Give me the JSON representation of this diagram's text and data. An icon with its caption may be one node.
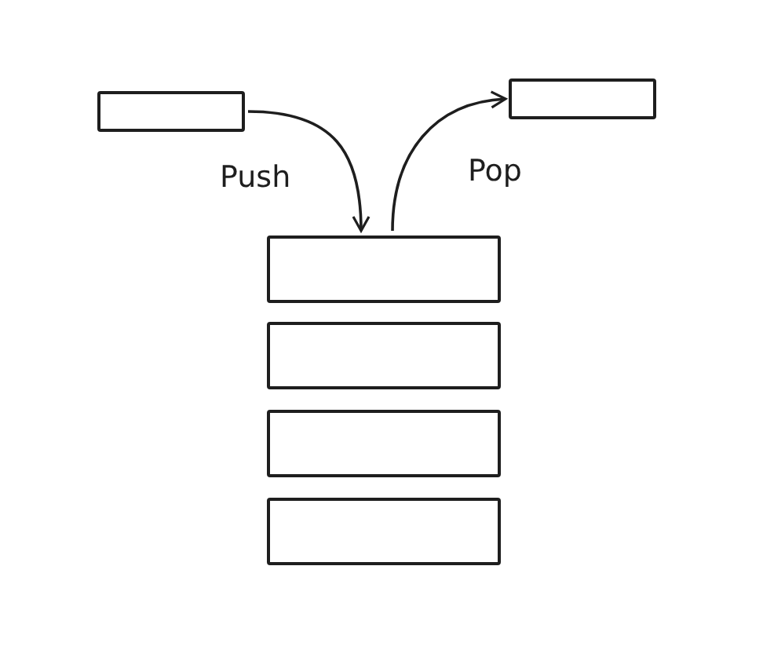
{
  "diagram": {
    "nodes": [
      {
        "text": [],
        "shape": "box"
      },
      {
        "text": [],
        "shape": "box"
      },
      {
        "text": [],
        "shape": "box"
      },
      {
        "text": [],
        "shape": "box"
      },
      {
        "text": [],
        "shape": "box"
      },
      {
        "text": [],
        "shape": "box"
      }
    ],
    "edges": [
      {
        "from": 0,
        "to": 2,
        "arrow": "to",
        "label": "Push"
      },
      {
        "from": 2,
        "to": 1,
        "arrow": "to",
        "label": "Pop"
      }
    ]
  }
}
